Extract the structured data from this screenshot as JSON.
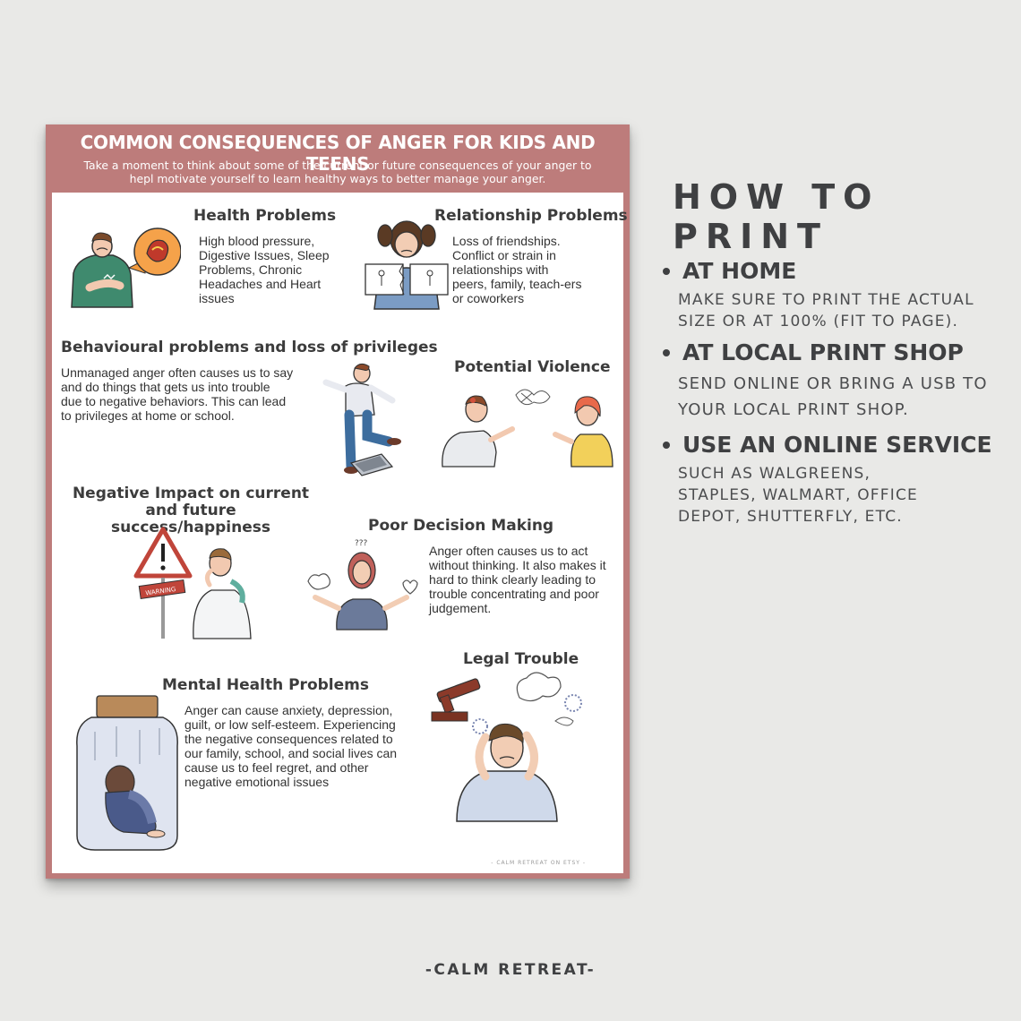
{
  "poster": {
    "title": "COMMON CONSEQUENCES OF ANGER FOR KIDS AND TEENS",
    "subtitle": "Take a moment to think about some of the current or future consequences of your anger to hepl motivate yourself to learn healthy ways to better manage your anger.",
    "sections": {
      "health": {
        "title": "Health Problems",
        "text": "High blood pressure, Digestive Issues, Sleep Problems, Chronic Headaches and Heart issues"
      },
      "relationship": {
        "title": "Relationship Problems",
        "text": "Loss of friendships. Conflict or strain in relationships with peers, family, teach-ers or coworkers"
      },
      "behaviour": {
        "title": "Behavioural problems and loss of privileges",
        "text": "Unmanaged anger often causes us to say and do things that gets us into trouble due to negative behaviors. This can lead to privileges at home or school."
      },
      "violence": {
        "title": "Potential Violence"
      },
      "impact": {
        "title": "Negative Impact on current and future success/happiness",
        "warning_sign": "WARNING"
      },
      "decision": {
        "title": "Poor Decision Making",
        "text": "Anger often causes us to act without thinking. It also makes it hard to think clearly leading to trouble concentrating and poor judgement.",
        "question_marks": "???"
      },
      "mental": {
        "title": "Mental Health Problems",
        "text": "Anger can cause anxiety, depression, guilt, or low self-esteem. Experiencing the negative consequences related to our family, school, and social lives can cause us to feel regret, and other negative emotional issues"
      },
      "legal": {
        "title": "Legal Trouble"
      }
    },
    "credit": "- CALM RETREAT ON ETSY -",
    "colors": {
      "frame": "#bd7c7b",
      "panel": "#ffffff",
      "heading": "#3c3c3c"
    }
  },
  "how_to_print": {
    "title": "HOW TO PRINT",
    "options": [
      {
        "heading": "AT HOME",
        "text": "MAKE SURE TO PRINT THE ACTUAL SIZE OR AT 100% (FIT TO PAGE)."
      },
      {
        "heading": "AT LOCAL PRINT SHOP",
        "text": "SEND ONLINE OR BRING A USB TO YOUR LOCAL PRINT SHOP."
      },
      {
        "heading": "USE AN ONLINE SERVICE",
        "text": "SUCH AS WALGREENS, STAPLES, WALMART, OFFICE DEPOT, SHUTTERFLY, ETC."
      }
    ]
  },
  "brand": "-CALM RETREAT-"
}
